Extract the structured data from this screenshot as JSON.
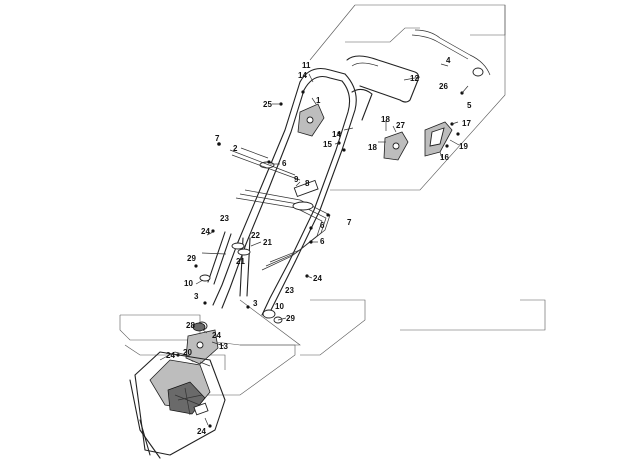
{
  "callouts": {
    "c1": "1",
    "c2": "2",
    "c3a": "3",
    "c3b": "3",
    "c4": "4",
    "c5": "5",
    "c6a": "6",
    "c6b": "6",
    "c6c": "6",
    "c7a": "7",
    "c7b": "7",
    "c8": "8",
    "c9": "9",
    "c10a": "10",
    "c10b": "10",
    "c11": "11",
    "c12": "12",
    "c13": "13",
    "c14a": "14",
    "c14b": "14",
    "c15": "15",
    "c16": "16",
    "c17": "17",
    "c18a": "18",
    "c18b": "18",
    "c19": "19",
    "c20": "20",
    "c21a": "21",
    "c21b": "21",
    "c22": "22",
    "c23a": "23",
    "c23b": "23",
    "c24a": "24",
    "c24b": "24",
    "c24c": "24",
    "c24d": "24",
    "c24e": "24",
    "c25": "25",
    "c26": "26",
    "c27": "27",
    "c28": "28",
    "c29a": "29",
    "c29b": "29"
  }
}
